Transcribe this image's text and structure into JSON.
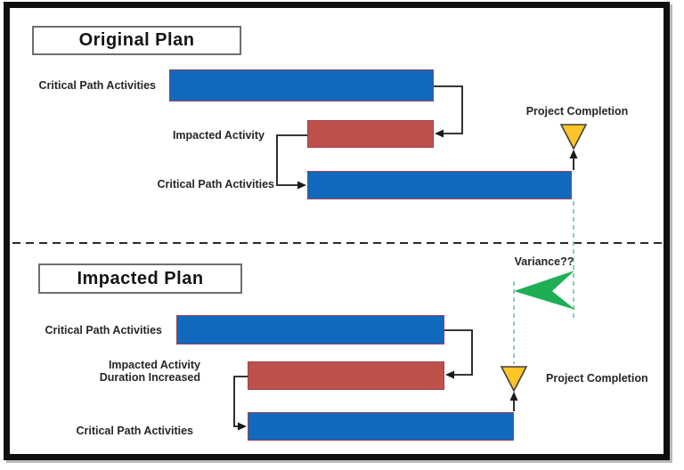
{
  "colors": {
    "bar_blue": "#1169BE",
    "bar_red": "#BE514C",
    "bar_border": "#9A4250",
    "milestone_yellow": "#FFC428",
    "milestone_border": "#3F3F3F",
    "variance_green": "#1EAE53",
    "guide_dash_green": "#6CC5A1",
    "divider_black": "#2B2B2B",
    "frame_black": "#0F0F0F",
    "title_box_border": "#6E6E6E",
    "text": "#262626"
  },
  "original_plan": {
    "title": "Original Plan",
    "row1_label": "Critical Path Activities",
    "row2_label": "Impacted Activity",
    "row3_label": "Critical Path Activities",
    "milestone_label": "Project Completion"
  },
  "impacted_plan": {
    "title": "Impacted Plan",
    "row1_label": "Critical Path Activities",
    "row2_label_line1": "Impacted Activity",
    "row2_label_line2": "Duration Increased",
    "row3_label": "Critical Path Activities",
    "milestone_label": "Project Completion",
    "variance_label": "Variance??"
  }
}
